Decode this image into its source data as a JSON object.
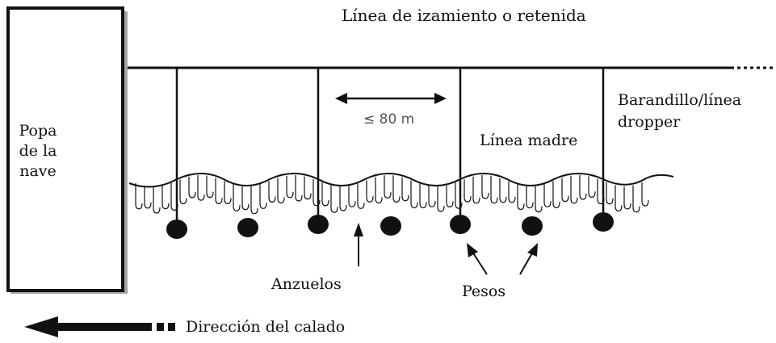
{
  "labels": {
    "retrieval_line": "Línea de izamiento o retenida",
    "stern_line1": "Popa",
    "stern_line2": "de la",
    "stern_line3": "nave",
    "spacing": "≤ 80 m",
    "dropper_line1": "Barandillo/línea",
    "dropper_line2": "dropper",
    "mainline": "Línea madre",
    "hooks": "Anzuelos",
    "weights": "Pesos",
    "setting_direction": "Dirección del calado"
  },
  "colors": {
    "ink": "#111111",
    "vessel_shadow": "#a8a8a8",
    "spacing_text": "#555555"
  }
}
